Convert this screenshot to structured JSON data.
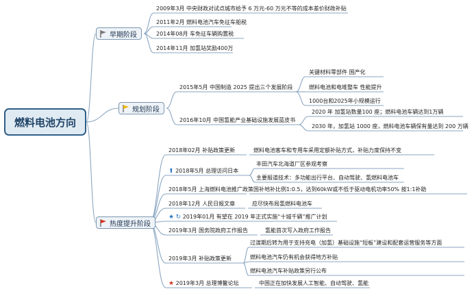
{
  "root": {
    "label": "燃料电池方向"
  },
  "stages": [
    {
      "label": "早期阶段",
      "flag_color": "#777777"
    },
    {
      "label": "规划阶段",
      "flag_color": "#f0b400"
    },
    {
      "label": "热度提升阶段",
      "flag_color": "#d3321f"
    }
  ],
  "early": [
    "2009年3月 中央财政对试点城市给予 6 万元-60 万元不等的成本差价财政补贴",
    "2011年2月 燃料电池汽车免征车船税",
    "2014年08月 车免征车辆购置税",
    "2014年11月 加氢站奖励400万"
  ],
  "planning": [
    {
      "label": "2015年5月 中国制造 2025 提出三个发展阶段",
      "children": [
        "关键材料零部件 国产化",
        "燃料电池和电堆整车 性能提升",
        "1000台和2025年小规模运行"
      ]
    },
    {
      "label": "2016年10月 中国氢能产业基础设施发展蓝皮书",
      "children": [
        "2020 年 加氢站数量100 座；燃料电池车辆达到1万辆",
        "2030 年，加氢站 1000 座，燃料电池车辆保有量达到 200 万辆"
      ]
    }
  ],
  "heat": [
    {
      "label": "2018年02月 补贴政策更新",
      "children": [
        "燃料电池客车和专用车采用定额补贴方式，补贴力度保持不变"
      ]
    },
    {
      "label": "2018年5月 总理访问日本",
      "children": [
        "丰田汽车北海道厂区参观考察",
        "主要报道技术：多功能出行平台、自动驾驶、氢燃料电池车"
      ]
    },
    {
      "label": "2018年5月 上海燃料电池推广政策",
      "children": [
        "国补地补比例1:0.5，达到60kW或不低于驱动电机功率50% 按1:1补助"
      ]
    },
    {
      "label": "2018年12月 人民日报文章",
      "children": [
        "应尽快布局氢燃料电池车"
      ]
    },
    {
      "label": "2019年01月 有望在 2019 年正式实施“十城千辆”推广计划",
      "children": []
    },
    {
      "label": "2019年3月 国务院政府工作报告",
      "children": [
        "氢能首次写入政府工作报告"
      ]
    },
    {
      "label": "2019年3月 补贴政策更新",
      "children": [
        "过渡期后转为用于支持充电（加氢）基础设施“短板”建设和配套运营服务等方面",
        "燃料电池汽车仍有机会获得地方补贴",
        "燃料电池汽车补贴政策另行公布"
      ]
    },
    {
      "label": "2019年3月 总理博鳌论坛",
      "children": [
        "中国正在加快发展人工智能、自动驾驶、氢能"
      ]
    }
  ],
  "colors": {
    "line": "#8aa6c1",
    "root_border": "#2f5f87"
  }
}
